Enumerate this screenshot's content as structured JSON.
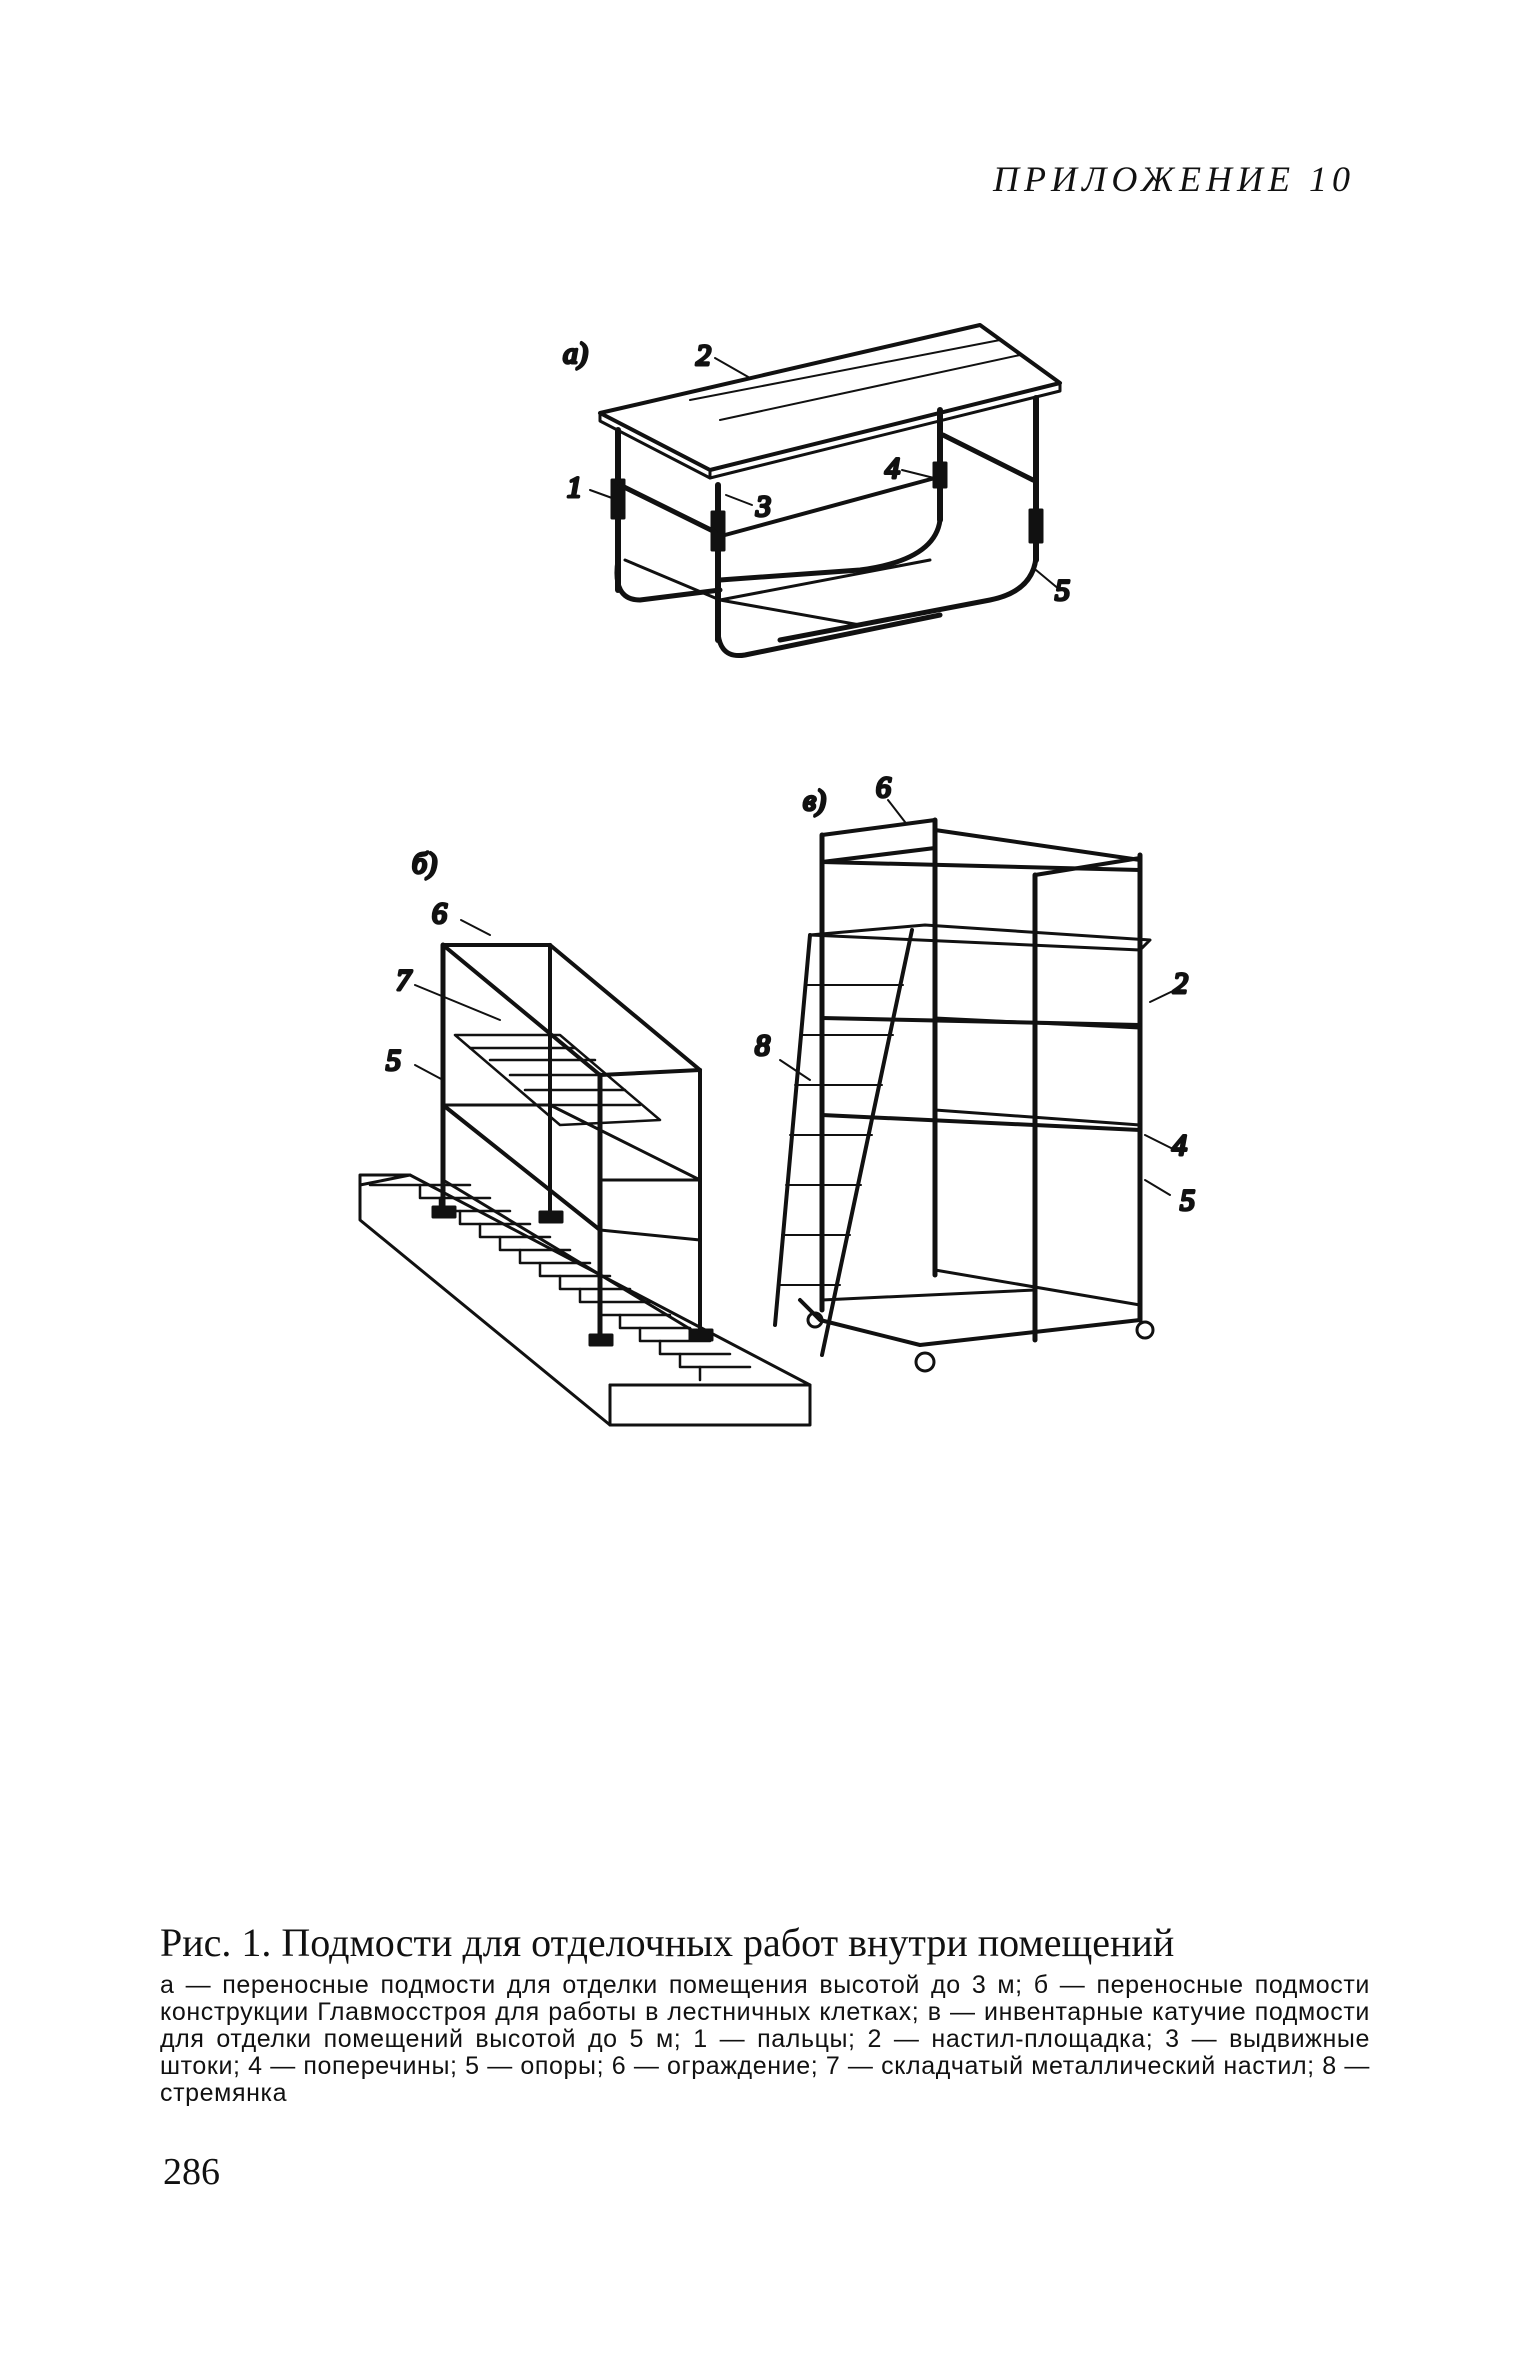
{
  "header": {
    "appendix": "ПРИЛОЖЕНИЕ 10"
  },
  "figure": {
    "panels": {
      "a": {
        "label": "а)",
        "callouts": [
          "1",
          "2",
          "3",
          "4",
          "5"
        ]
      },
      "b": {
        "label": "б)",
        "callouts": [
          "5",
          "6",
          "7"
        ]
      },
      "v": {
        "label": "в)",
        "callouts": [
          "2",
          "4",
          "5",
          "6",
          "8"
        ]
      }
    }
  },
  "caption": {
    "title": "Рис. 1. Подмости для отделочных работ внутри помещений",
    "legend": "а — переносные подмости для отделки помещения высотой до 3 м; б — переносные подмости конструкции Главмосстроя для работы в лестничных клетках; в — инвентарные катучие подмости для отделки помещений высотой до 5 м; 1 — пальцы; 2 — настил-площадка; 3 — выдвижные штоки; 4 — поперечины; 5 — опоры; 6 — ограждение; 7 — складчатый металлический настил; 8 — стремянка"
  },
  "page_number": "286"
}
